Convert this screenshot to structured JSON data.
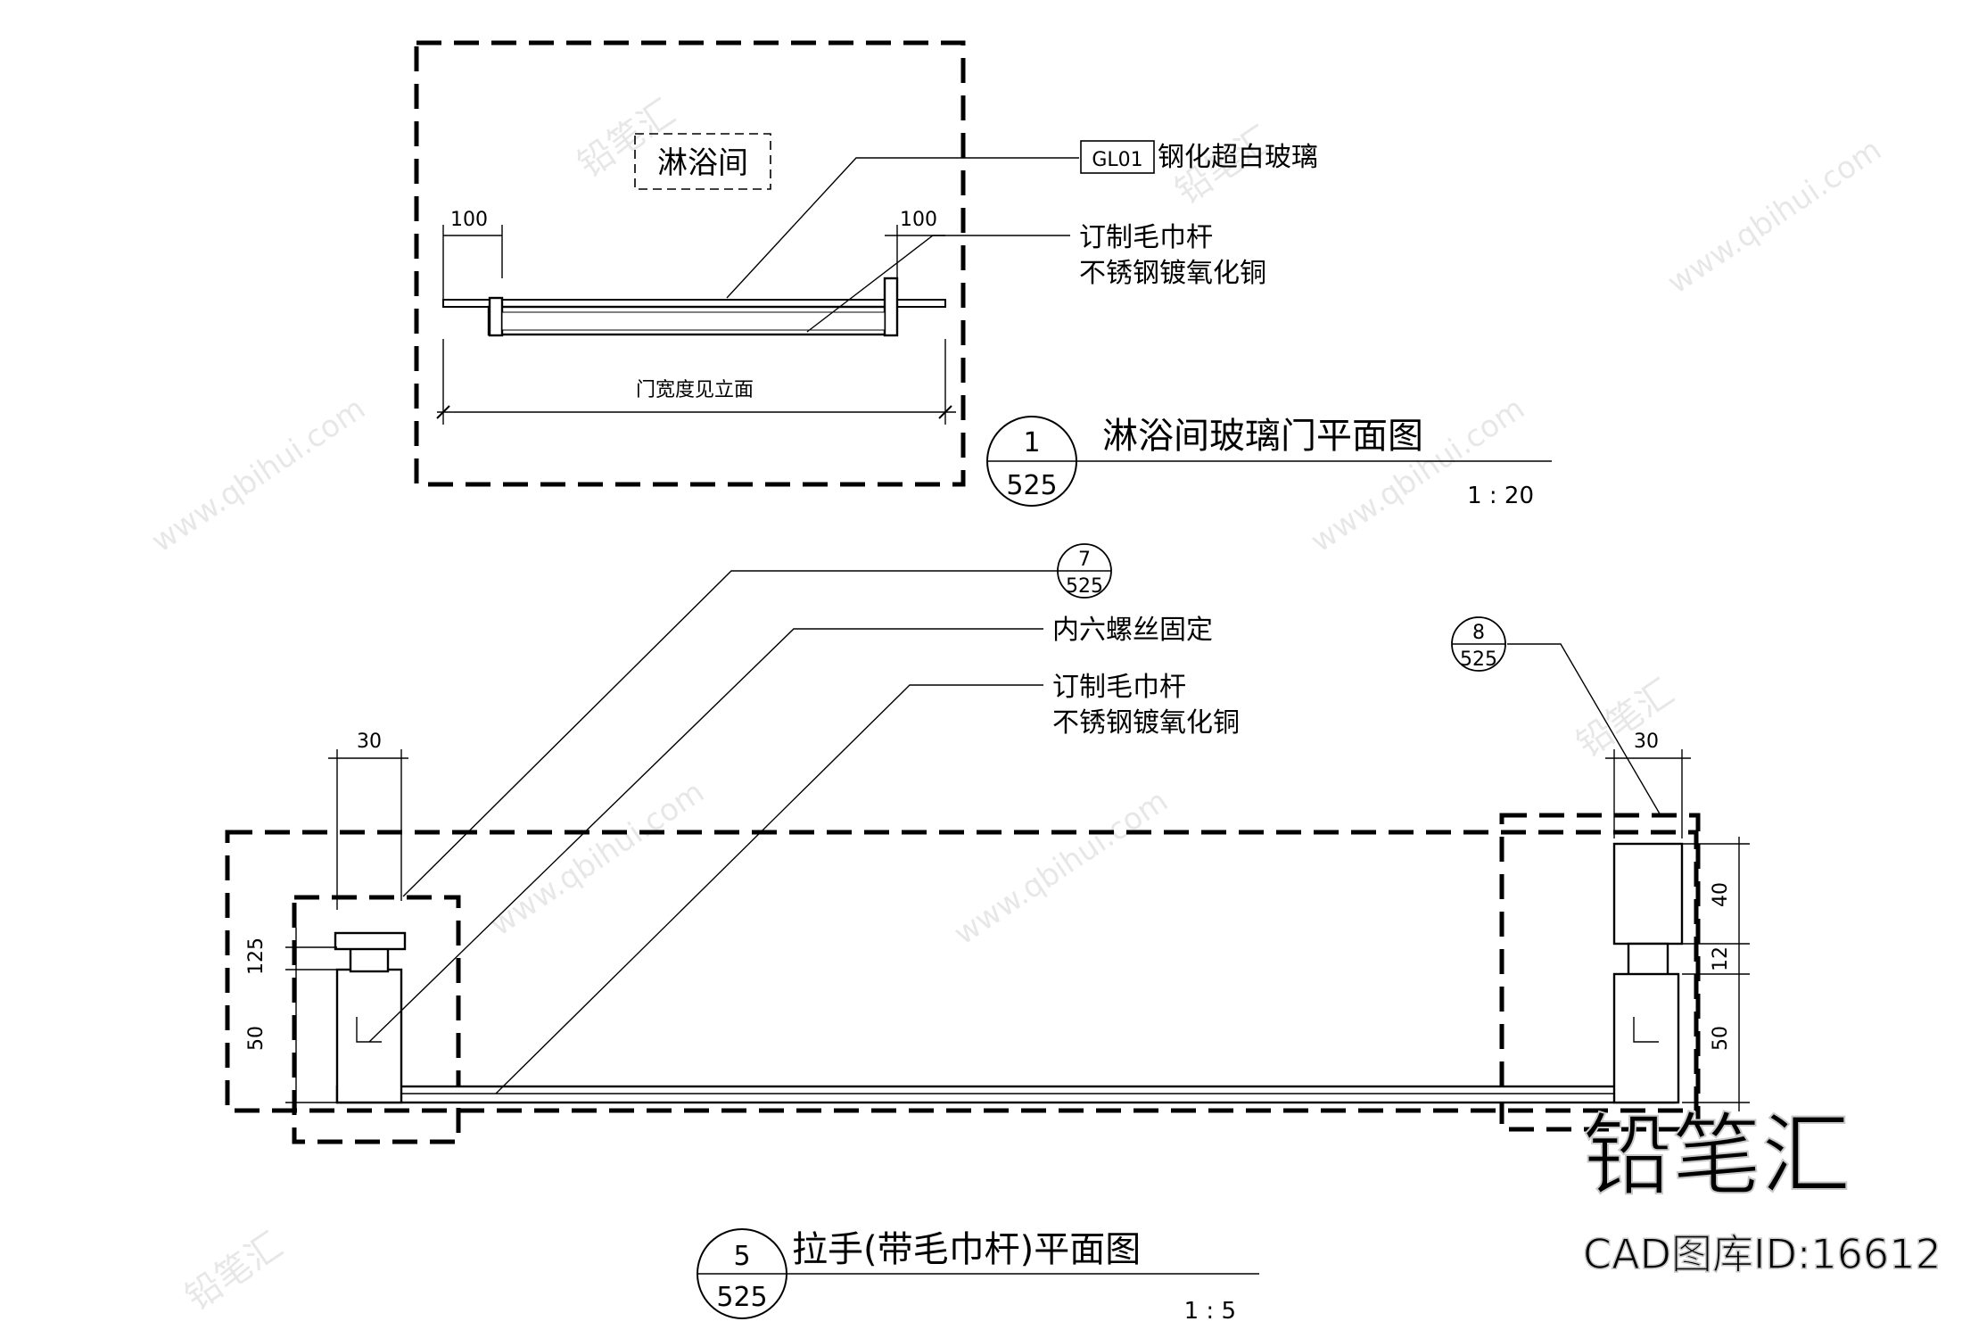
{
  "plan1": {
    "room_label": "淋浴间",
    "glass_tag": "GL01",
    "glass_note": "钢化超白玻璃",
    "towel_bar_note_line1": "订制毛巾杆",
    "towel_bar_note_line2": "不锈钢镀氧化铜",
    "dim_left": "100",
    "dim_right": "100",
    "door_width_note": "门宽度见立面",
    "callout_number": "1",
    "callout_sheet": "525",
    "title": "淋浴间玻璃门平面图",
    "scale": "1 : 20"
  },
  "plan5": {
    "ref7_number": "7",
    "ref7_sheet": "525",
    "ref8_number": "8",
    "ref8_sheet": "525",
    "screw_note": "内六螺丝固定",
    "towel_bar_note_line1": "订制毛巾杆",
    "towel_bar_note_line2": "不锈钢镀氧化铜",
    "dim_left_top": "30",
    "dim_right_top": "30",
    "dim_left_125": "125",
    "dim_left_50": "50",
    "dim_right_40": "40",
    "dim_right_12": "12",
    "dim_right_50": "50",
    "callout_number": "5",
    "callout_sheet": "525",
    "title": "拉手(带毛巾杆)平面图",
    "scale": "1 : 5"
  },
  "watermark": {
    "site": "www.qbihui.com",
    "brand": "铅笔汇",
    "logo_text": "铅笔汇",
    "logo_caption": "CAD图库ID:16612"
  }
}
